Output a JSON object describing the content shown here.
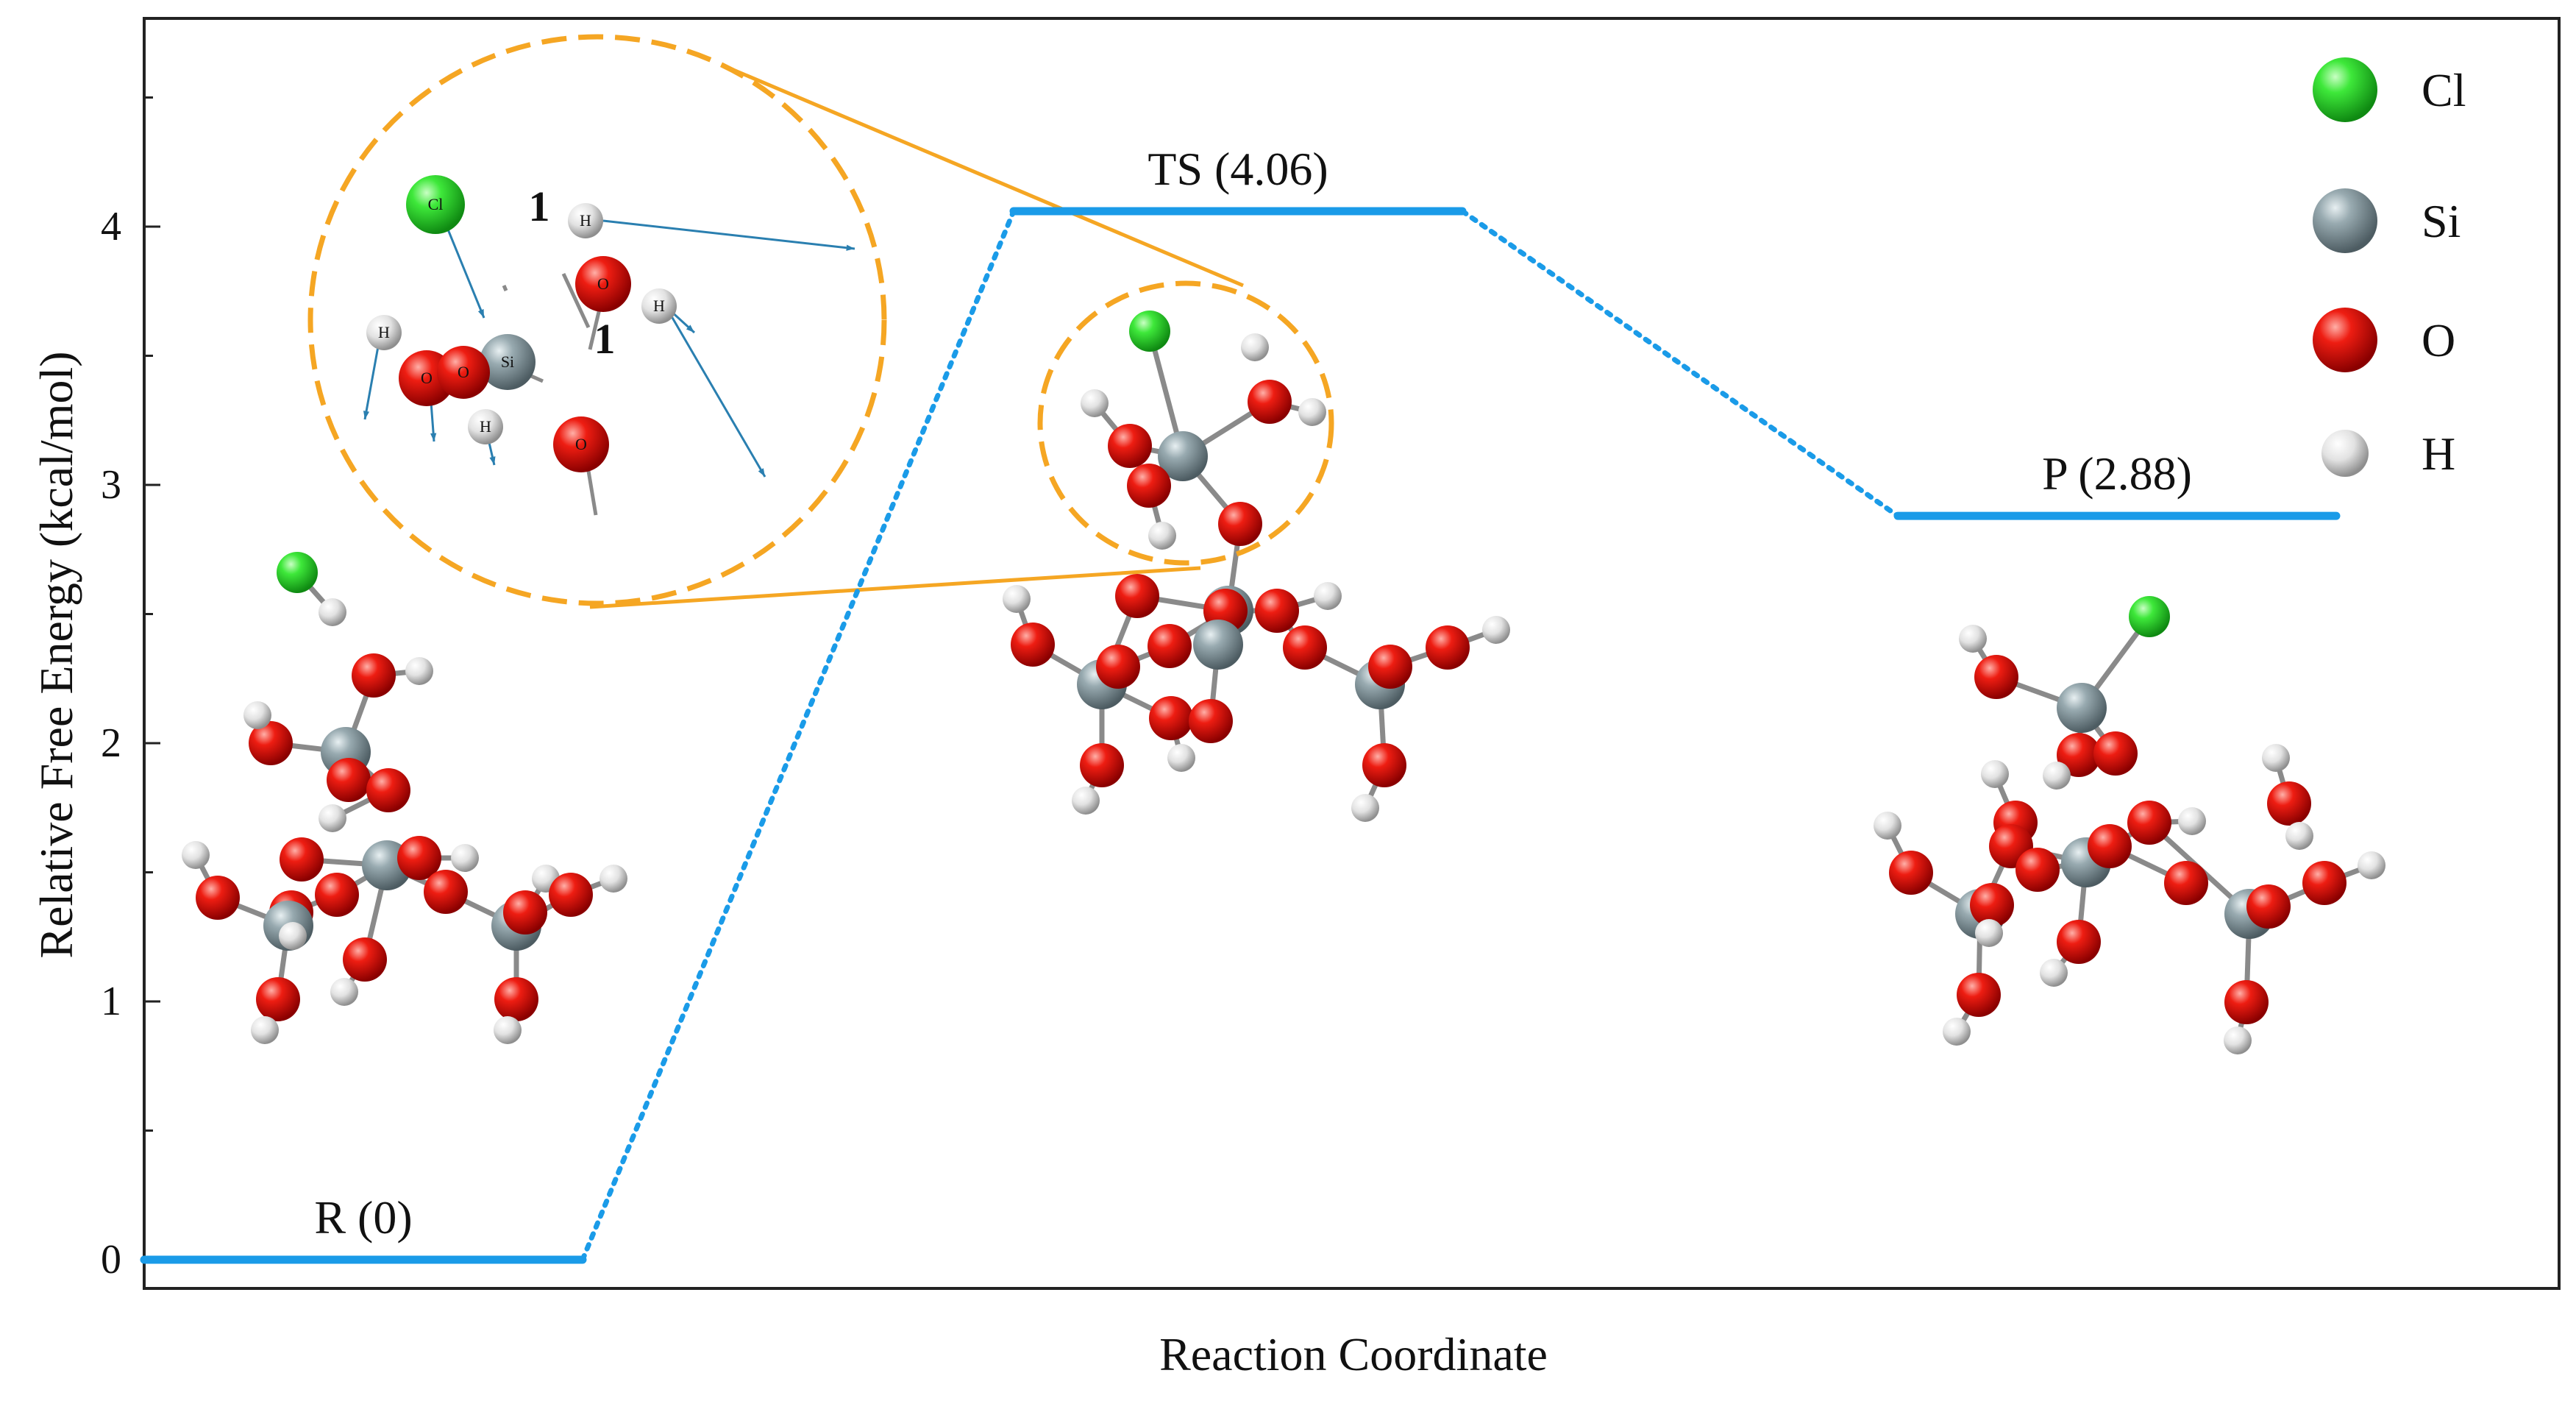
{
  "chart_data": {
    "type": "line",
    "title": "",
    "xlabel": "Reaction Coordinate",
    "ylabel": "Relative Free Energy (kcal/mol)",
    "ylim": [
      -0.1,
      4.75
    ],
    "yticks": [
      0,
      1,
      2,
      3,
      4
    ],
    "grid": false,
    "series": [
      {
        "color": "#1a9be8",
        "points": [
          {
            "label": "R (0)",
            "value": 0
          },
          {
            "label": "TS (4.06)",
            "value": 4.06
          },
          {
            "label": "P (2.88)",
            "value": 2.88
          }
        ]
      }
    ],
    "legend": {
      "placement": "top-right",
      "items": [
        {
          "label": "Cl",
          "color": "#22d12a"
        },
        {
          "label": "Si",
          "color": "#8a9fa6"
        },
        {
          "label": "O",
          "color": "#e00d0d"
        },
        {
          "label": "H",
          "color": "#e9e9e9"
        }
      ]
    },
    "inset_labels": {
      "cl": "Cl",
      "si": "Si",
      "o": "O",
      "h": "H",
      "number": "1"
    },
    "accent_color": "#f5a623"
  }
}
